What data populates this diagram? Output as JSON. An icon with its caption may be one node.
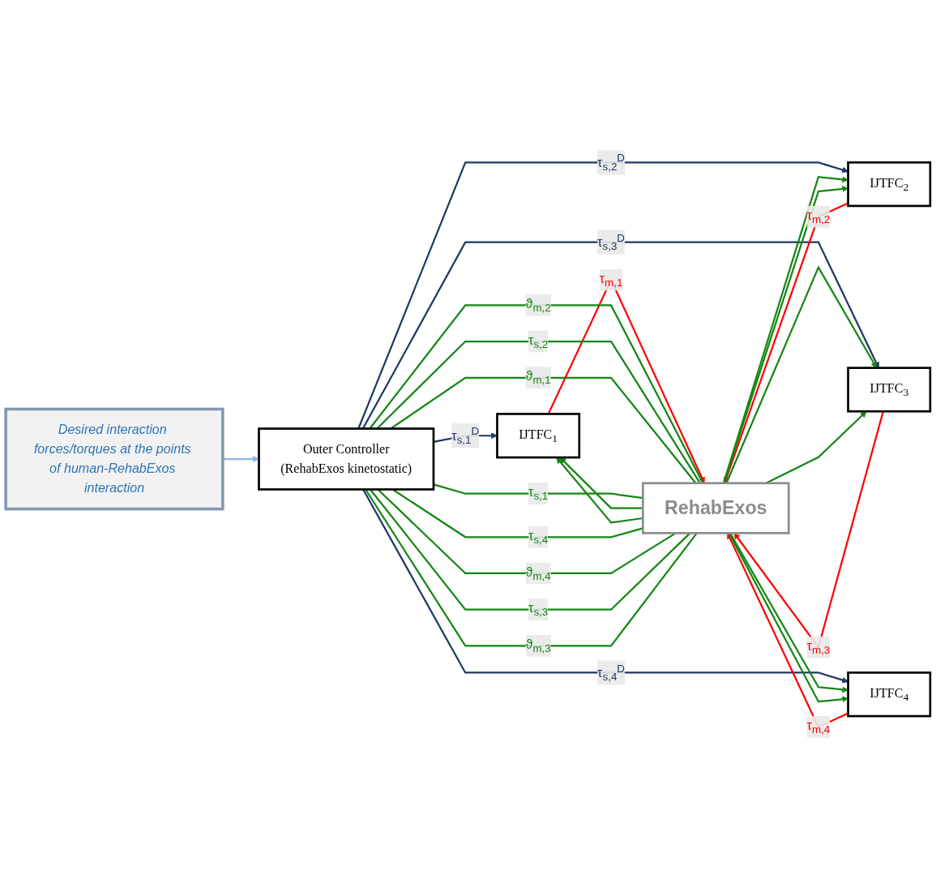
{
  "diagram": {
    "nodes": [
      {
        "text": [
          "Desired interaction forces/torques at the points of human-RehabExos interaction"
        ]
      },
      {
        "text": [
          "Outer Controller",
          "(RehabExos kinetostatic)"
        ]
      },
      {
        "text": [
          "IJTFC$_{1}$"
        ]
      },
      {
        "text": [
          "IJTFC$_{2}$"
        ]
      },
      {
        "text": [
          "IJTFC$_{3}$"
        ]
      },
      {
        "text": [
          "IJTFC$_{4}$"
        ]
      },
      {
        "text": [
          "RehabExos"
        ]
      }
    ],
    "edges": [
      {
        "from": 0,
        "to": 1,
        "arrow": "to",
        "color": "#8db3e2"
      },
      {
        "from": 1,
        "to": 2,
        "arrow": "to",
        "label": "τ$_{s,1}$$^{D}$",
        "color": "#1f3864"
      },
      {
        "from": 1,
        "to": 3,
        "arrow": "to",
        "label": "τ$_{s,2}$$^{D}$",
        "color": "#1f3864"
      },
      {
        "from": 1,
        "to": 4,
        "arrow": "to",
        "label": "τ$_{s,3}$$^{D}$",
        "color": "#1f3864"
      },
      {
        "from": 1,
        "to": 5,
        "arrow": "to",
        "label": "τ$_{s,4}$$^{D}$",
        "color": "#1f3864"
      },
      {
        "from": 2,
        "to": 6,
        "arrow": "to",
        "label": "τ$_{m,1}$",
        "color": "#ff0000"
      },
      {
        "from": 3,
        "to": 6,
        "arrow": "to",
        "label": "τ$_{m,2}$",
        "color": "#ff0000"
      },
      {
        "from": 4,
        "to": 6,
        "arrow": "to",
        "label": "τ$_{m,3}$",
        "color": "#ff0000"
      },
      {
        "from": 5,
        "to": 6,
        "arrow": "to",
        "label": "τ$_{m,4}$",
        "color": "#ff0000"
      },
      {
        "from": 6,
        "to": 1,
        "arrow": "none",
        "label": "ϑ$_{m,2}$"
      },
      {
        "from": 6,
        "to": 1,
        "arrow": "none",
        "label": "τ$_{s,2}$"
      },
      {
        "from": 6,
        "to": 1,
        "arrow": "none",
        "label": "ϑ$_{m,1}$"
      },
      {
        "from": 6,
        "to": 1,
        "arrow": "none",
        "label": "τ$_{s,1}$"
      },
      {
        "from": 6,
        "to": 2,
        "arrow": "to"
      },
      {
        "from": 6,
        "to": 2,
        "arrow": "to"
      },
      {
        "from": 6,
        "to": 3,
        "arrow": "to"
      },
      {
        "from": 6,
        "to": 3,
        "arrow": "to"
      },
      {
        "from": 6,
        "to": 4,
        "arrow": "to"
      },
      {
        "from": 6,
        "to": 4,
        "arrow": "to"
      },
      {
        "from": 6,
        "to": 5,
        "arrow": "to"
      },
      {
        "from": 6,
        "to": 5,
        "arrow": "to"
      },
      {
        "from": 6,
        "to": 1,
        "arrow": "none",
        "label": "τ$_{s,4}$"
      },
      {
        "from": 6,
        "to": 1,
        "arrow": "none",
        "label": "ϑ$_{m,4}$"
      },
      {
        "from": 6,
        "to": 1,
        "arrow": "none",
        "label": "τ$_{s,3}$"
      },
      {
        "from": 6,
        "to": 1,
        "arrow": "none",
        "label": "ϑ$_{m,3}$"
      }
    ]
  }
}
